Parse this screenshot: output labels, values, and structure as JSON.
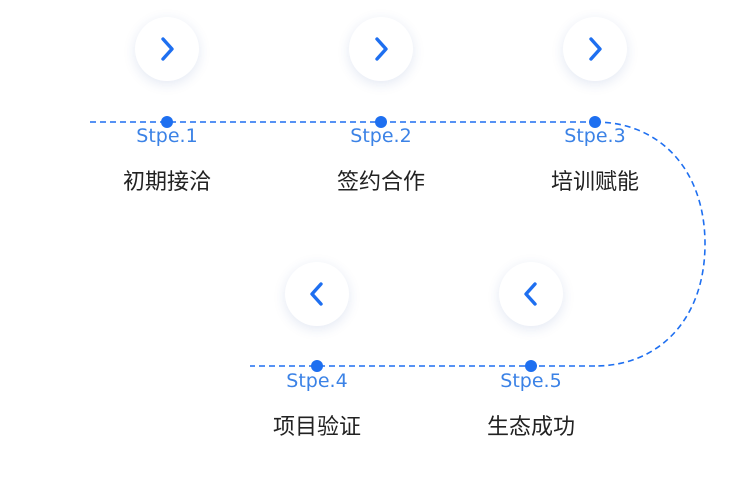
{
  "colors": {
    "accent": "#1e6ff0",
    "step_label": "#3b82e6",
    "title_text": "#222222",
    "background": "#ffffff"
  },
  "steps": [
    {
      "num": "Stpe.1",
      "title": "初期接洽",
      "icon": "chevron-right-icon"
    },
    {
      "num": "Stpe.2",
      "title": "签约合作",
      "icon": "chevron-right-icon"
    },
    {
      "num": "Stpe.3",
      "title": "培训赋能",
      "icon": "chevron-right-icon"
    },
    {
      "num": "Stpe.4",
      "title": "项目验证",
      "icon": "chevron-left-icon"
    },
    {
      "num": "Stpe.5",
      "title": "生态成功",
      "icon": "chevron-left-icon"
    }
  ]
}
